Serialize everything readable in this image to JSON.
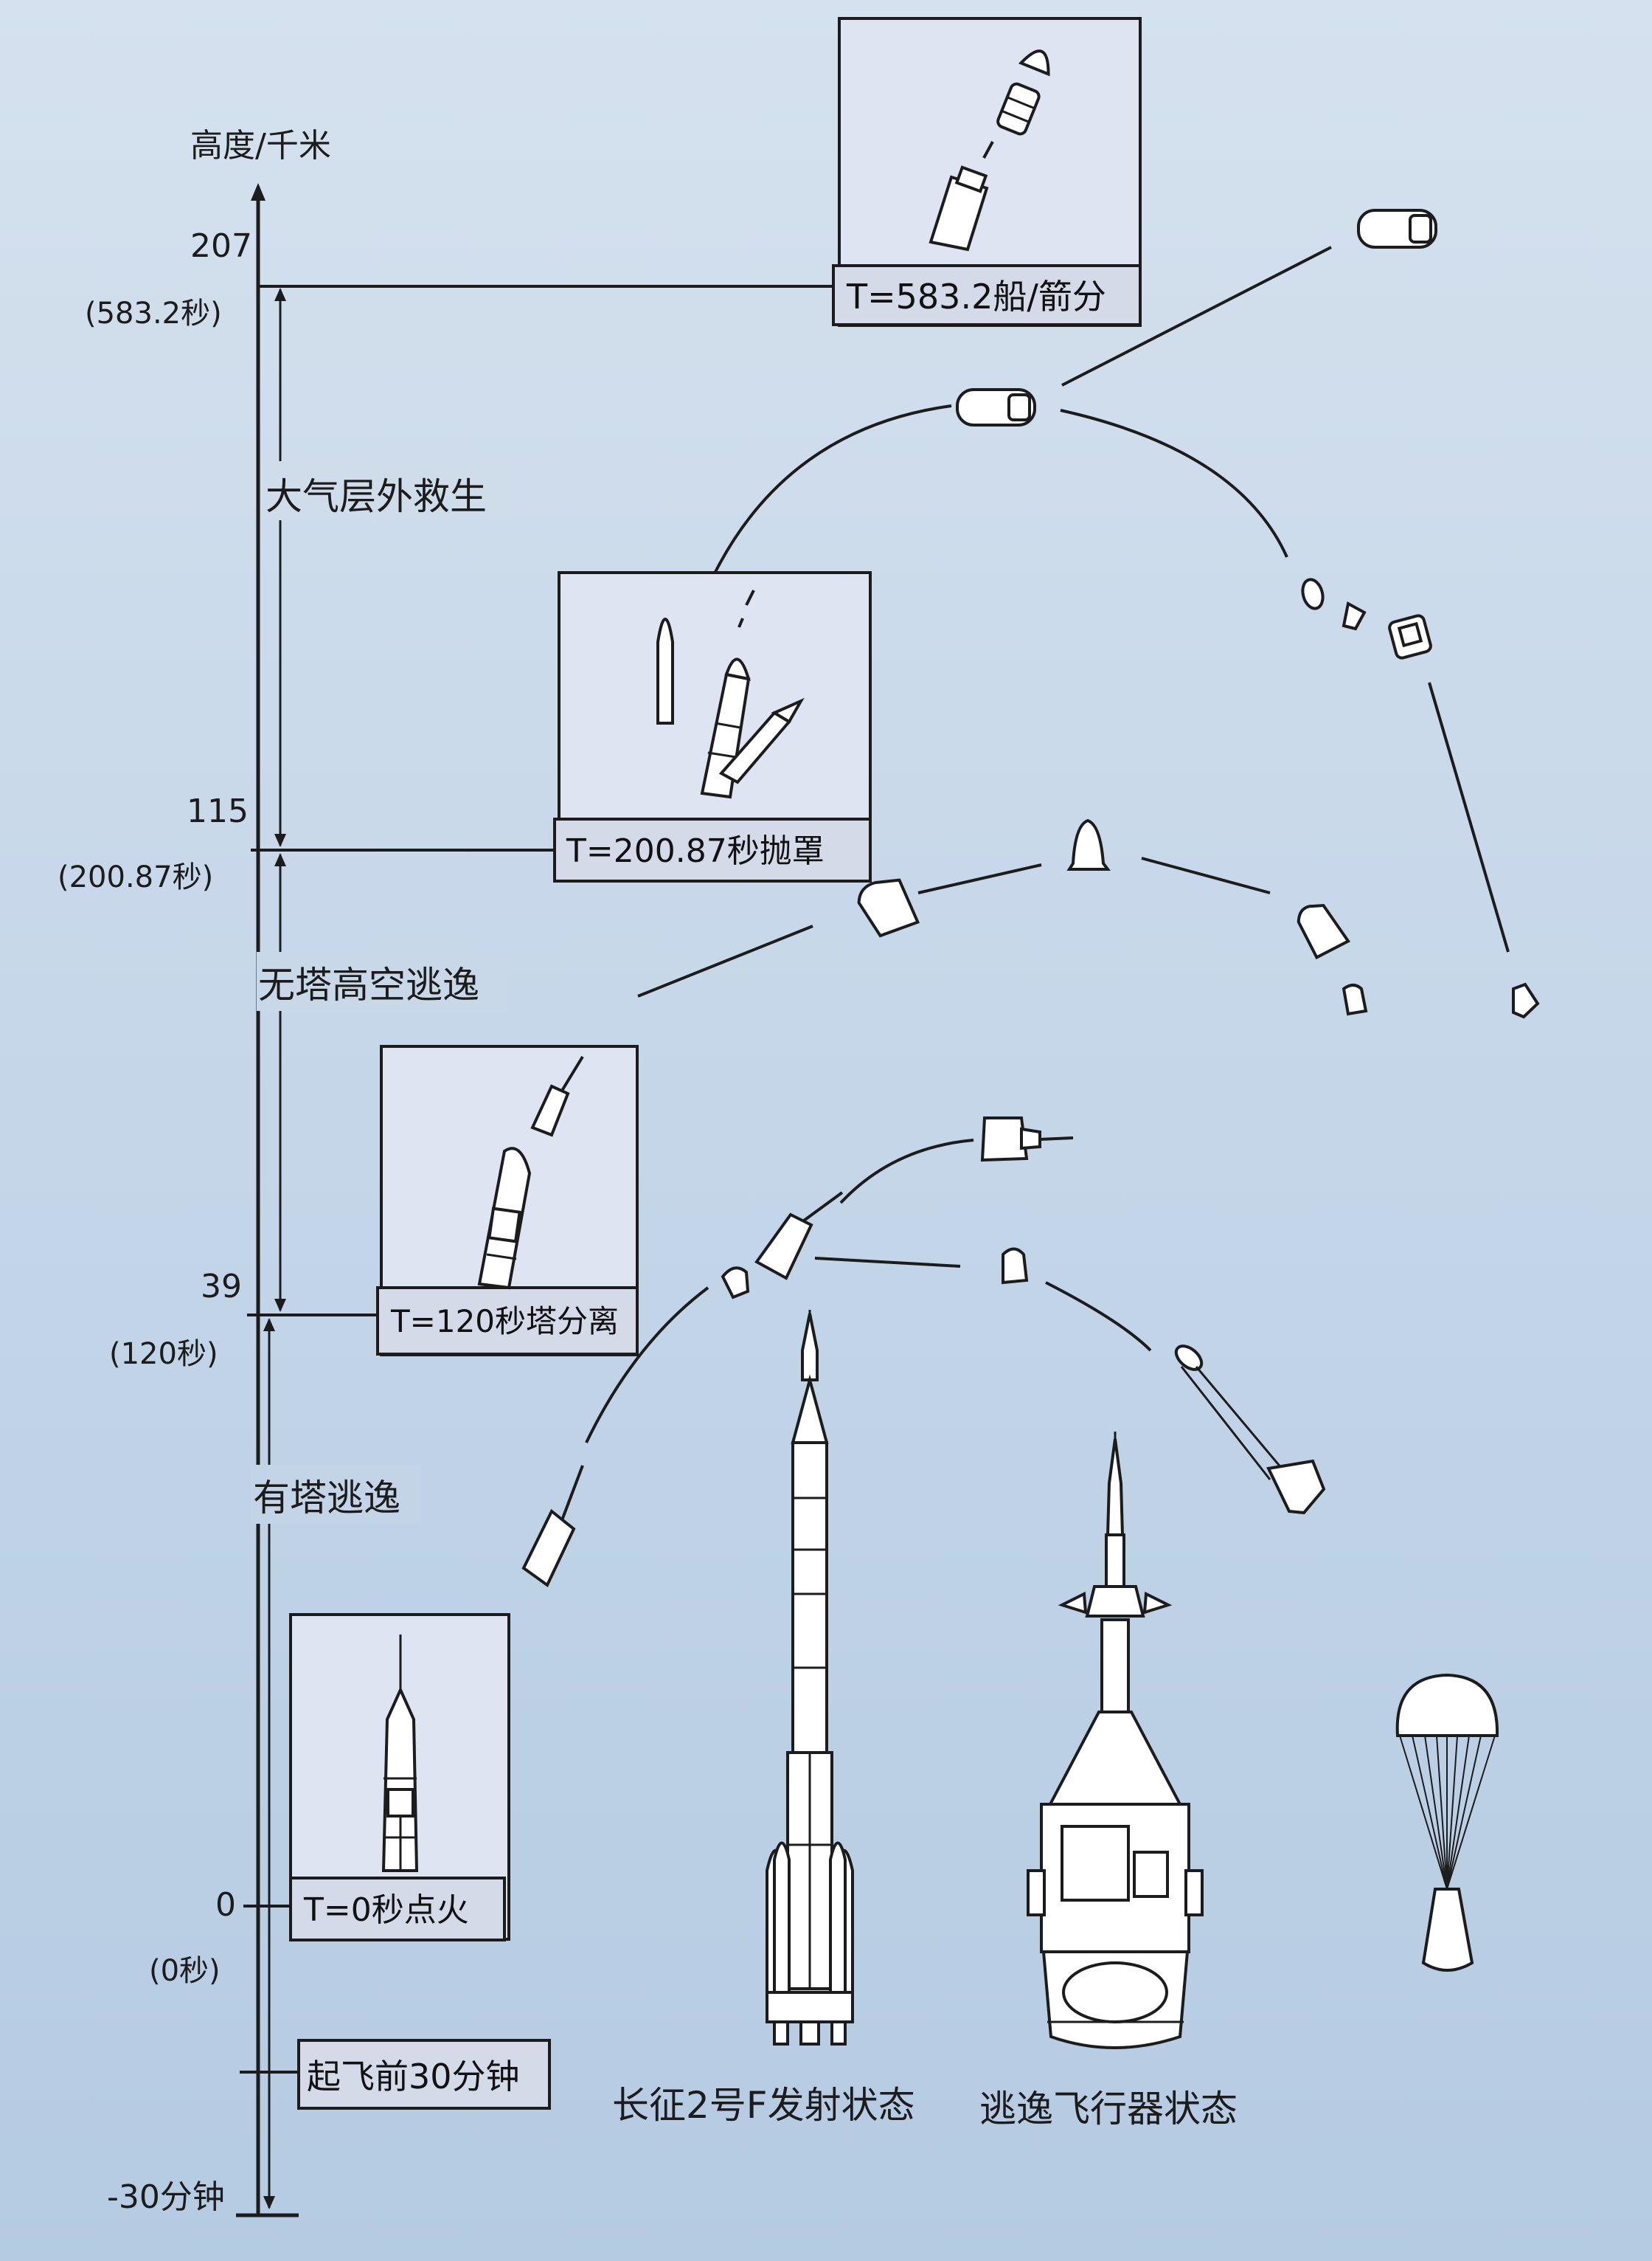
{
  "axis": {
    "title": "高度/千米",
    "ticks": [
      {
        "altitude": "207",
        "time": "(583.2秒)"
      },
      {
        "altitude": "115",
        "time": "(200.87秒)"
      },
      {
        "altitude": "39",
        "time": "(120秒)"
      },
      {
        "altitude": "0",
        "time": "(0秒)"
      },
      {
        "altitude": "-30分钟",
        "time": ""
      }
    ]
  },
  "phases": [
    {
      "label": "大气层外救生"
    },
    {
      "label": "无塔高空逃逸"
    },
    {
      "label": "有塔逃逸"
    }
  ],
  "events": [
    {
      "label": "T=583.2船/箭分"
    },
    {
      "label": "T=200.87秒抛罩"
    },
    {
      "label": "T=120秒塔分离"
    },
    {
      "label": "T=0秒点火"
    },
    {
      "label": "起飞前30分钟"
    }
  ],
  "captions": {
    "launch_vehicle": "长征2号F发射状态",
    "escape_vehicle": "逃逸飞行器状态"
  }
}
